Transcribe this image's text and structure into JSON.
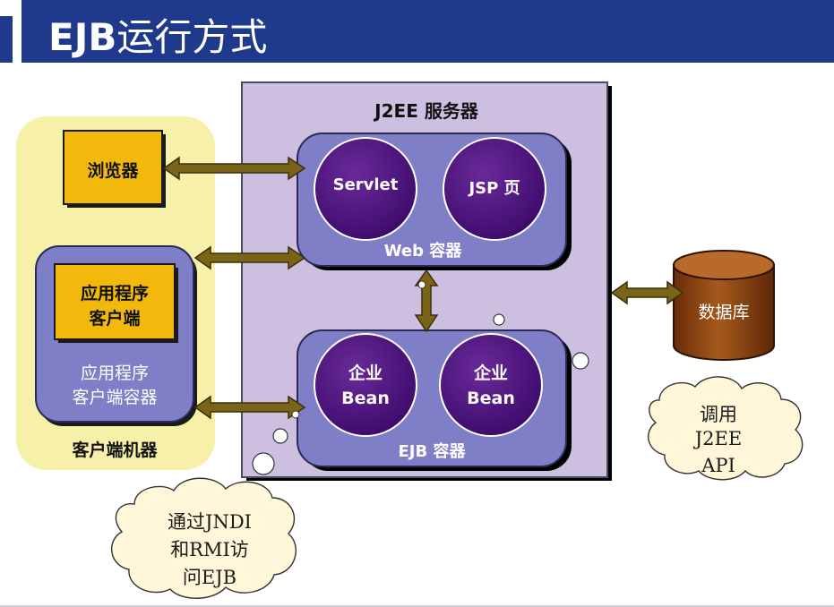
{
  "title": {
    "latin": "EJB",
    "chinese": "运行方式"
  },
  "server": {
    "label": "J2EE 服务器"
  },
  "web_container": {
    "label": "Web 容器",
    "servlet": "Servlet",
    "jsp": "JSP 页"
  },
  "ejb_container": {
    "label": "EJB 容器",
    "bean1": [
      "企业",
      "Bean"
    ],
    "bean2": [
      "企业",
      "Bean"
    ]
  },
  "client_machine": {
    "label": "客户端机器",
    "browser": "浏览器",
    "app_client": [
      "应用程序",
      "客户端"
    ],
    "app_client_container": [
      "应用程序",
      "客户端容器"
    ]
  },
  "database": {
    "label": "数据库"
  },
  "callout_jndi": [
    "通过JNDI",
    "和RMI访",
    "问EJB"
  ],
  "callout_api": [
    "调用",
    "J2EE",
    "API"
  ]
}
